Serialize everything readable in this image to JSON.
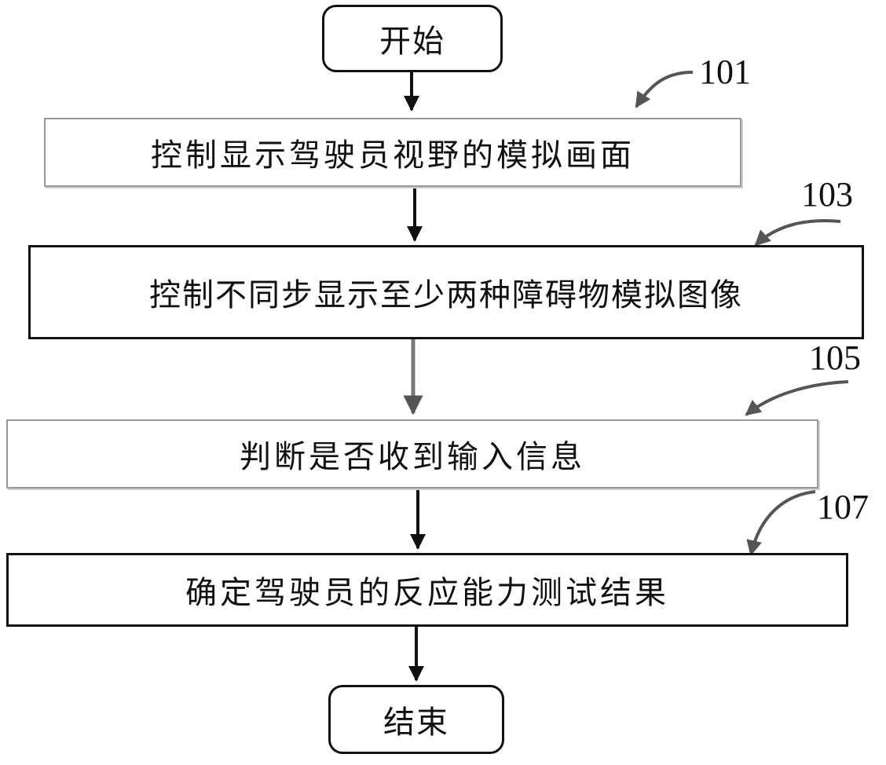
{
  "start_label": "开始",
  "end_label": "结束",
  "steps": [
    {
      "ref": "101",
      "text": "控制显示驾驶员视野的模拟画面"
    },
    {
      "ref": "103",
      "text": "控制不同步显示至少两种障碍物模拟图像"
    },
    {
      "ref": "105",
      "text": "判断是否收到输入信息"
    },
    {
      "ref": "107",
      "text": "确定驾驶员的反应能力测试结果"
    }
  ]
}
